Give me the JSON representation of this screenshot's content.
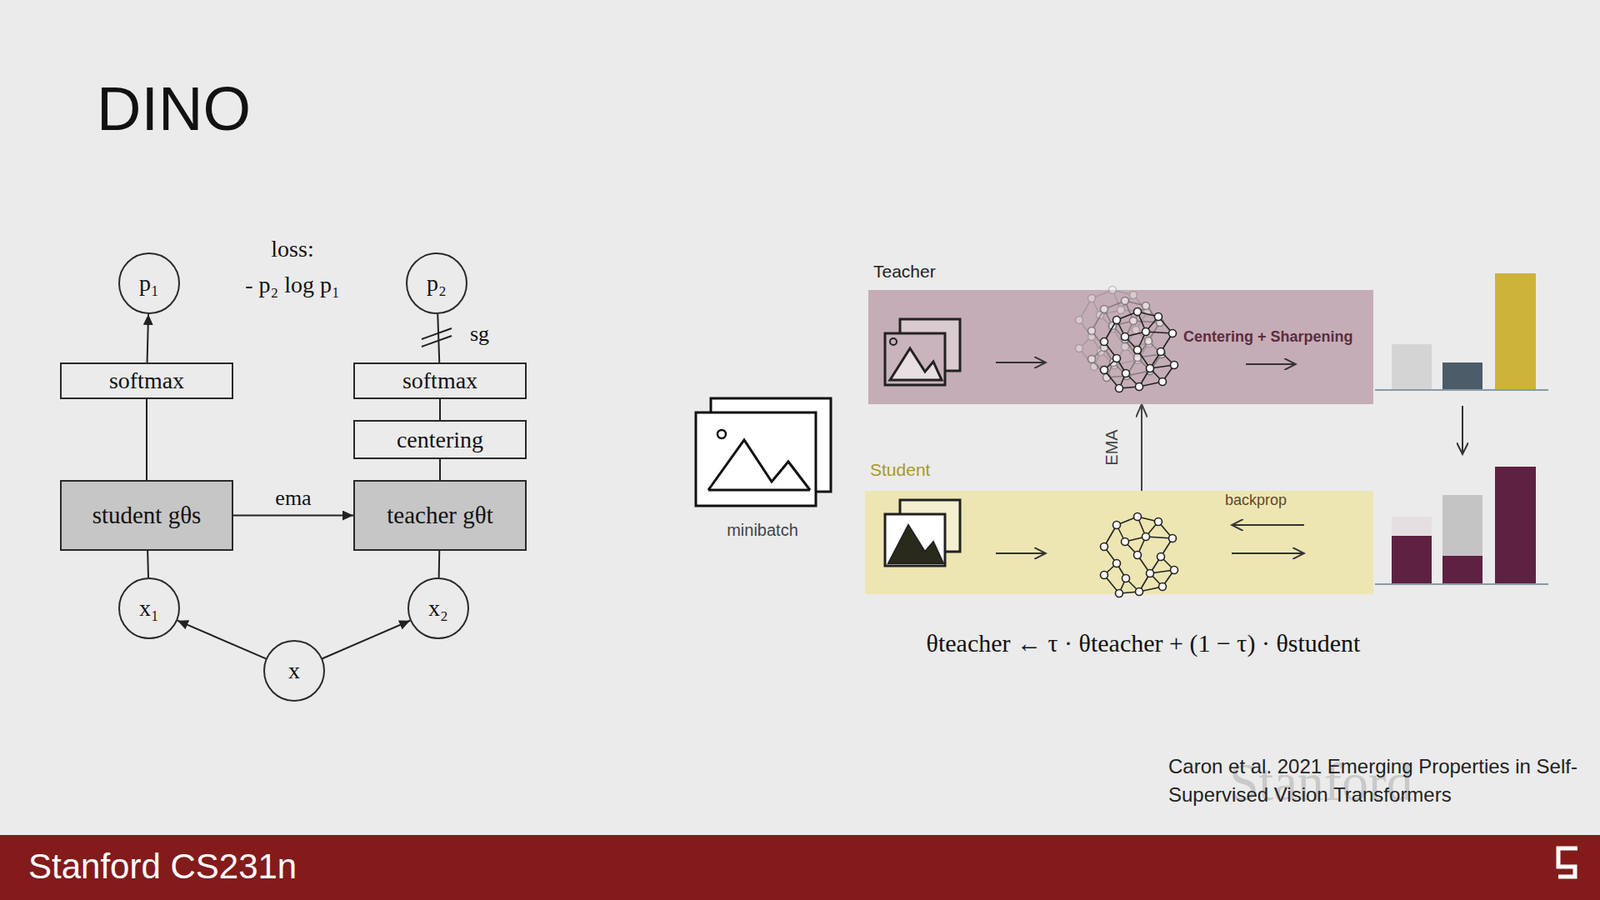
{
  "diagram": {
    "title": "DINO",
    "nodes": [
      {
        "text": [
          "p₁"
        ]
      },
      {
        "text": [
          "p₂"
        ]
      },
      {
        "text": [
          "softmax"
        ]
      },
      {
        "text": [
          "softmax"
        ]
      },
      {
        "text": [
          "centering"
        ]
      },
      {
        "text": [
          "student gθs"
        ]
      },
      {
        "text": [
          "teacher gθt"
        ]
      },
      {
        "text": [
          "x₁"
        ]
      },
      {
        "text": [
          "x₂"
        ]
      },
      {
        "text": [
          "x"
        ]
      },
      {
        "text": [
          "Teacher",
          "Centering + Sharpening"
        ]
      },
      {
        "text": [
          "Student",
          "backprop"
        ]
      }
    ],
    "edges": [
      {
        "from": 9,
        "to": 7,
        "arrow": "to"
      },
      {
        "from": 9,
        "to": 8,
        "arrow": "to"
      },
      {
        "from": 7,
        "to": 5,
        "arrow": "none"
      },
      {
        "from": 8,
        "to": 6,
        "arrow": "none"
      },
      {
        "from": 5,
        "to": 2,
        "arrow": "none"
      },
      {
        "from": 2,
        "to": 0,
        "arrow": "to"
      },
      {
        "from": 6,
        "to": 4,
        "arrow": "none"
      },
      {
        "from": 4,
        "to": 3,
        "arrow": "none"
      },
      {
        "from": 3,
        "to": 1,
        "arrow": "none"
      },
      {
        "from": 5,
        "to": 6,
        "label": "ema",
        "arrow": "to"
      },
      {
        "from": 11,
        "to": 10,
        "label": "EMA",
        "arrow": "to"
      }
    ],
    "labels": [
      "loss:",
      "- p₂ log p₁",
      "sg",
      "minibatch",
      "θteacher ← τ · θteacher + (1 − τ) · θstudent",
      "Caron et al. 2021 Emerging Properties in Self-Supervised Vision Transformers",
      "Stanford",
      "Stanford CS231n"
    ]
  }
}
